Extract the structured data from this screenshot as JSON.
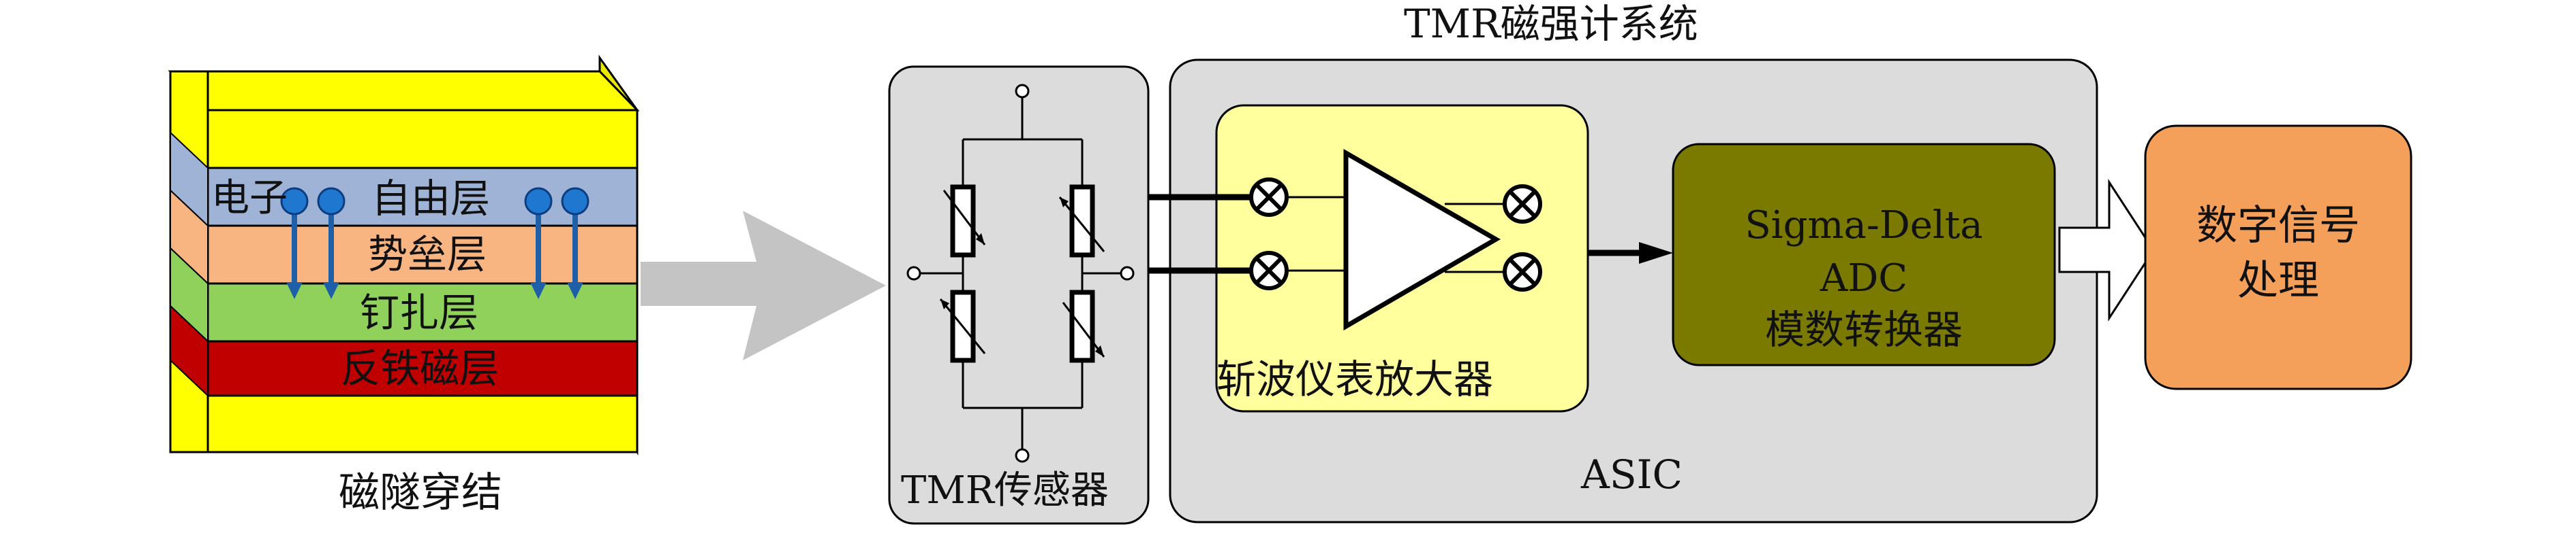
{
  "mtj": {
    "caption": "磁隧穿结",
    "electron_label": "电子",
    "layers": {
      "free": "自由层",
      "barrier": "势垒层",
      "pinned": "钉扎层",
      "afm": "反铁磁层"
    }
  },
  "system": {
    "title": "TMR磁强计系统",
    "sensor_label": "TMR传感器",
    "asic_label": "ASIC",
    "amplifier_label": "斩波仪表放大器",
    "adc": {
      "line1": "Sigma-Delta",
      "line2": "ADC",
      "line3": "模数转换器"
    },
    "dsp": {
      "line1": "数字信号",
      "line2": "处理"
    }
  },
  "colors": {
    "yellow": "#ffff00",
    "free_layer": "#9fb3d6",
    "barrier_layer": "#f8b582",
    "pinned_layer": "#8fd15a",
    "afm_layer": "#c00000",
    "electron": "#1f77d0",
    "panel_gray": "#dcdcdc",
    "amp_yellow": "#ffff9e",
    "adc_olive": "#7a7a00",
    "dsp_orange": "#f5a05a",
    "arrow_gray": "#c4c4c4"
  }
}
